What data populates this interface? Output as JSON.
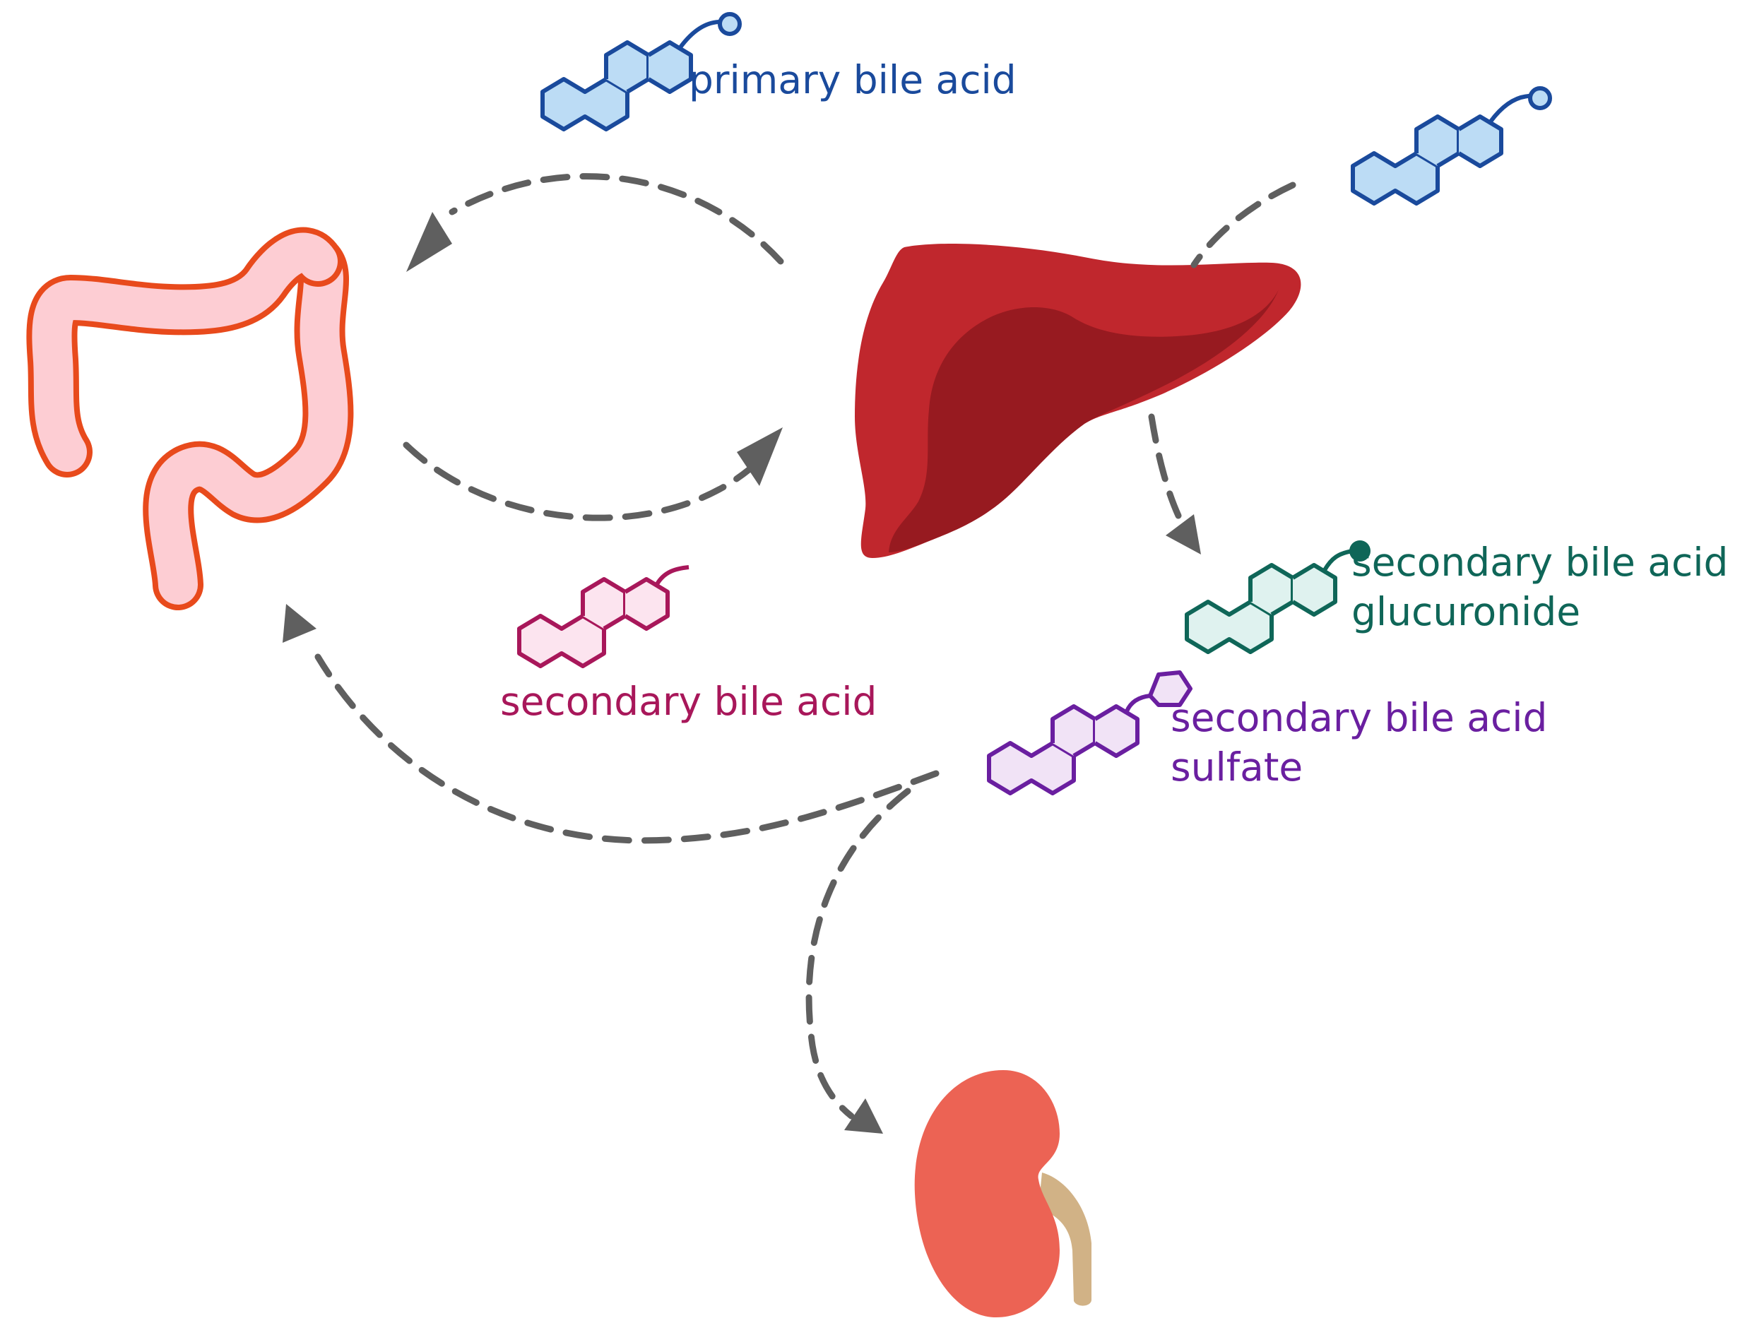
{
  "labels": {
    "primary": "primary bile acid",
    "secondary": "secondary bile acid",
    "glucuronide_line1": "secondary bile acid",
    "glucuronide_line2": "glucuronide",
    "sulfate_line1": "secondary bile acid",
    "sulfate_line2": "sulfate"
  },
  "icons": {
    "colon": "colon-icon",
    "liver": "liver-icon",
    "kidney": "kidney-icon",
    "molecule": "bile-acid-molecule-icon"
  },
  "colors": {
    "primary": "#1a4a9c",
    "primary_fill": "#bcdcf5",
    "secondary": "#a8175a",
    "secondary_fill": "#fce4ef",
    "glucuronide": "#0f6658",
    "glucuronide_fill": "#dff2ef",
    "sulfate": "#6a1fa0",
    "sulfate_fill": "#f1e3f6",
    "arrow": "#5f5f5f",
    "colon_stroke": "#e84a1c",
    "colon_fill": "#fdcdd3",
    "liver": "#c0272d",
    "liver_dark": "#971a20",
    "kidney": "#ec6354",
    "ureter": "#d1b286"
  }
}
